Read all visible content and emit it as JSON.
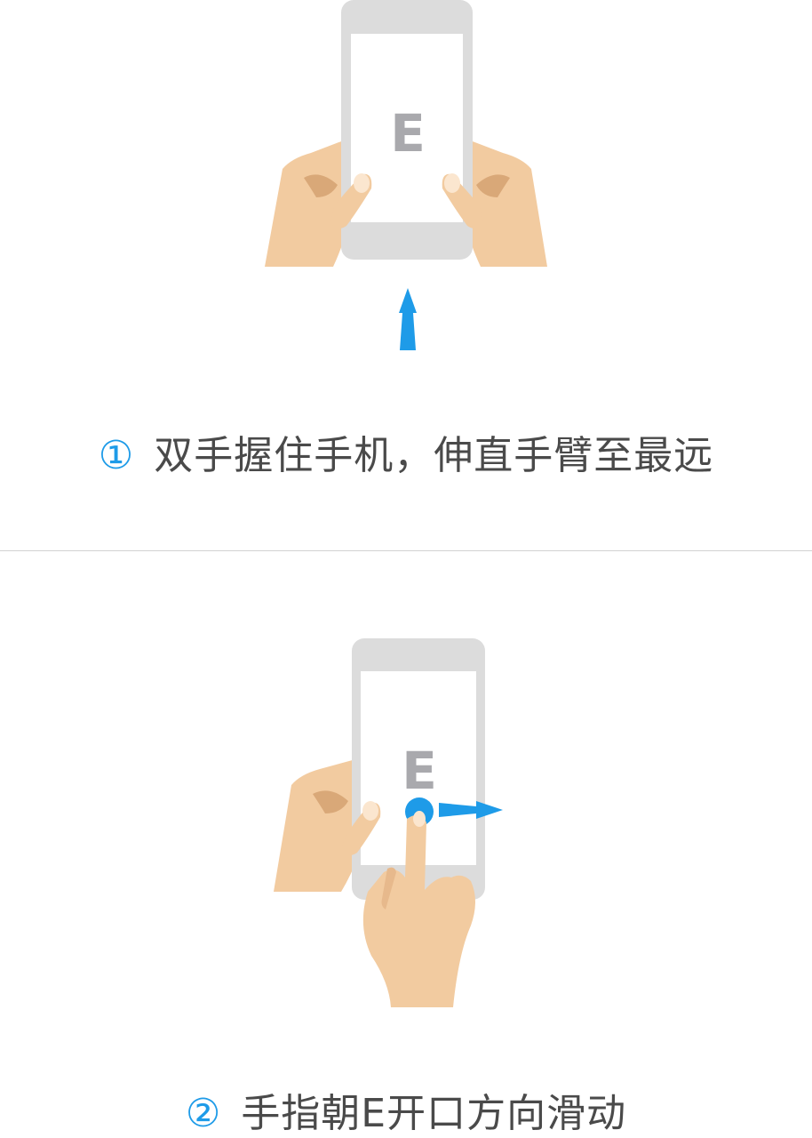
{
  "steps": [
    {
      "number": "①",
      "text": "双手握住手机，伸直手臂至最远",
      "screen_letter": "E",
      "gesture": "move phone away (arrow up)"
    },
    {
      "number": "②",
      "text": "手指朝E开口方向滑动",
      "screen_letter": "E",
      "gesture": "swipe right toward E opening"
    }
  ],
  "colors": {
    "accent": "#1e9be8",
    "skin": "#f2cba0",
    "skin_shadow": "#d9a878",
    "phone_body": "#dcdcdc",
    "phone_screen": "#ffffff",
    "letter": "#a9a9ad",
    "text": "#4a4a4a",
    "divider": "#d2d2d2"
  }
}
